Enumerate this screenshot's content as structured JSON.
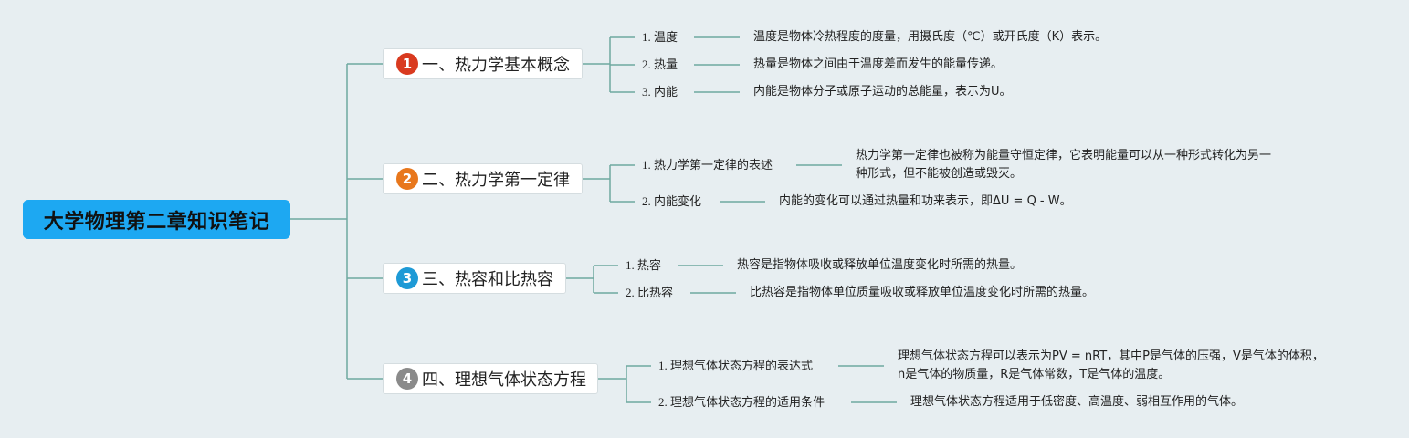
{
  "root": {
    "title": "大学物理第二章知识笔记"
  },
  "colors": {
    "root_bg": "#1da8f2",
    "line": "#6fa9a0",
    "badge_1": "#d93a1f",
    "badge_2": "#e8771c",
    "badge_3": "#1e9ad6",
    "badge_4": "#8a8a8a"
  },
  "branches": [
    {
      "badge": "1",
      "title": "一、热力学基本概念",
      "items": [
        {
          "label": "1. 温度",
          "desc": [
            "温度是物体冷热程度的度量，用摄氏度（℃）或开氏度（K）表示。"
          ]
        },
        {
          "label": "2. 热量",
          "desc": [
            "热量是物体之间由于温度差而发生的能量传递。"
          ]
        },
        {
          "label": "3. 内能",
          "desc": [
            "内能是物体分子或原子运动的总能量，表示为U。"
          ]
        }
      ]
    },
    {
      "badge": "2",
      "title": "二、热力学第一定律",
      "items": [
        {
          "label": "1. 热力学第一定律的表述",
          "desc": [
            "热力学第一定律也被称为能量守恒定律，它表明能量可以从一种形式转化为另一",
            "种形式，但不能被创造或毁灭。"
          ]
        },
        {
          "label": "2. 内能变化",
          "desc": [
            "内能的变化可以通过热量和功来表示，即ΔU = Q - W。"
          ]
        }
      ]
    },
    {
      "badge": "3",
      "title": "三、热容和比热容",
      "items": [
        {
          "label": "1. 热容",
          "desc": [
            "热容是指物体吸收或释放单位温度变化时所需的热量。"
          ]
        },
        {
          "label": "2. 比热容",
          "desc": [
            "比热容是指物体单位质量吸收或释放单位温度变化时所需的热量。"
          ]
        }
      ]
    },
    {
      "badge": "4",
      "title": "四、理想气体状态方程",
      "items": [
        {
          "label": "1. 理想气体状态方程的表达式",
          "desc": [
            "理想气体状态方程可以表示为PV = nRT，其中P是气体的压强，V是气体的体积，",
            "n是气体的物质量，R是气体常数，T是气体的温度。"
          ]
        },
        {
          "label": "2. 理想气体状态方程的适用条件",
          "desc": [
            "理想气体状态方程适用于低密度、高温度、弱相互作用的气体。"
          ]
        }
      ]
    }
  ]
}
